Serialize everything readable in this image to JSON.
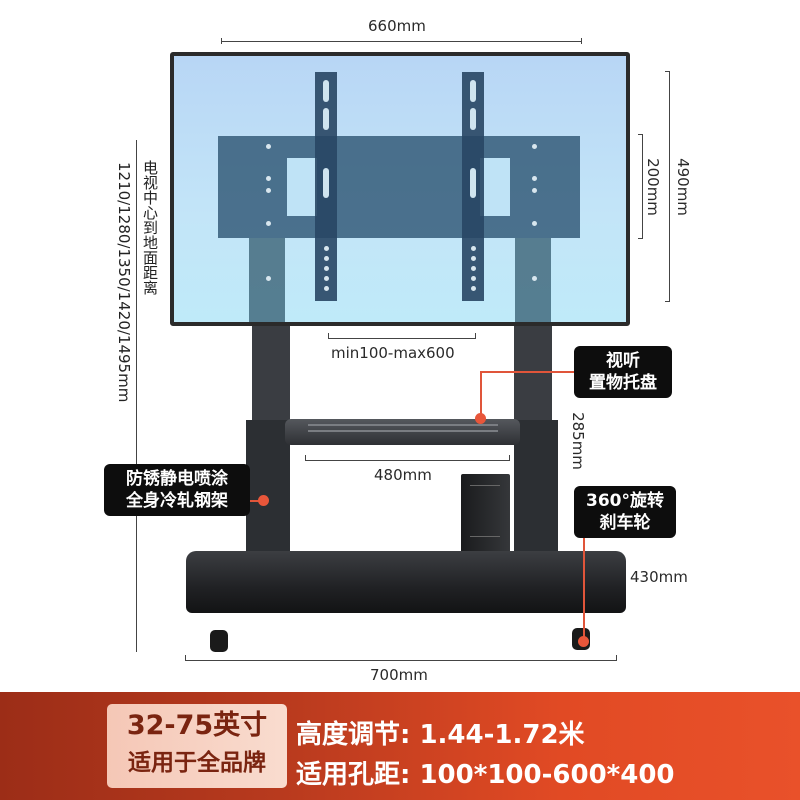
{
  "dimensions": {
    "tv_width": "660mm",
    "tv_height": "490mm",
    "bracket_height": "200mm",
    "vesa_range": "min100-max600",
    "tray_width": "480mm",
    "tray_depth": "285mm",
    "base_depth": "430mm",
    "base_width": "700mm",
    "center_height_label": "电视中心到地面距离",
    "center_height_values": "1210/1280/1350/1420/1495mm"
  },
  "callouts": {
    "tray": {
      "line1": "视听",
      "line2": "置物托盘"
    },
    "frame": {
      "line1": "防锈静电喷涂",
      "line2": "全身冷轧钢架"
    },
    "wheels": {
      "line1": "360°旋转",
      "line2": "刹车轮"
    }
  },
  "banner": {
    "badge_line1": "32-75英寸",
    "badge_line2": "适用于全品牌",
    "spec1": "高度调节: 1.44-1.72米",
    "spec2": "适用孔距: 100*100-600*400"
  },
  "colors": {
    "banner_dark": "#9c2d17",
    "banner_light": "#e9512a",
    "accent_red": "#e8563a",
    "steel": "#3a3d42"
  }
}
